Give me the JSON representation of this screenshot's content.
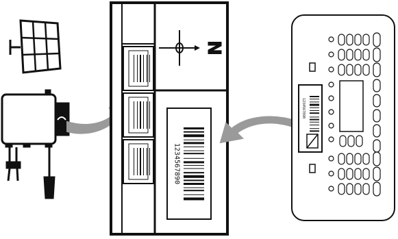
{
  "compass": {
    "north_label": "N"
  },
  "main_barcode": {
    "number": "1234567890"
  },
  "small_barcode": {
    "number": "1234567890"
  },
  "colors": {
    "stroke": "#111111",
    "arrow": "#9a9a9a",
    "fill": "#ffffff"
  }
}
